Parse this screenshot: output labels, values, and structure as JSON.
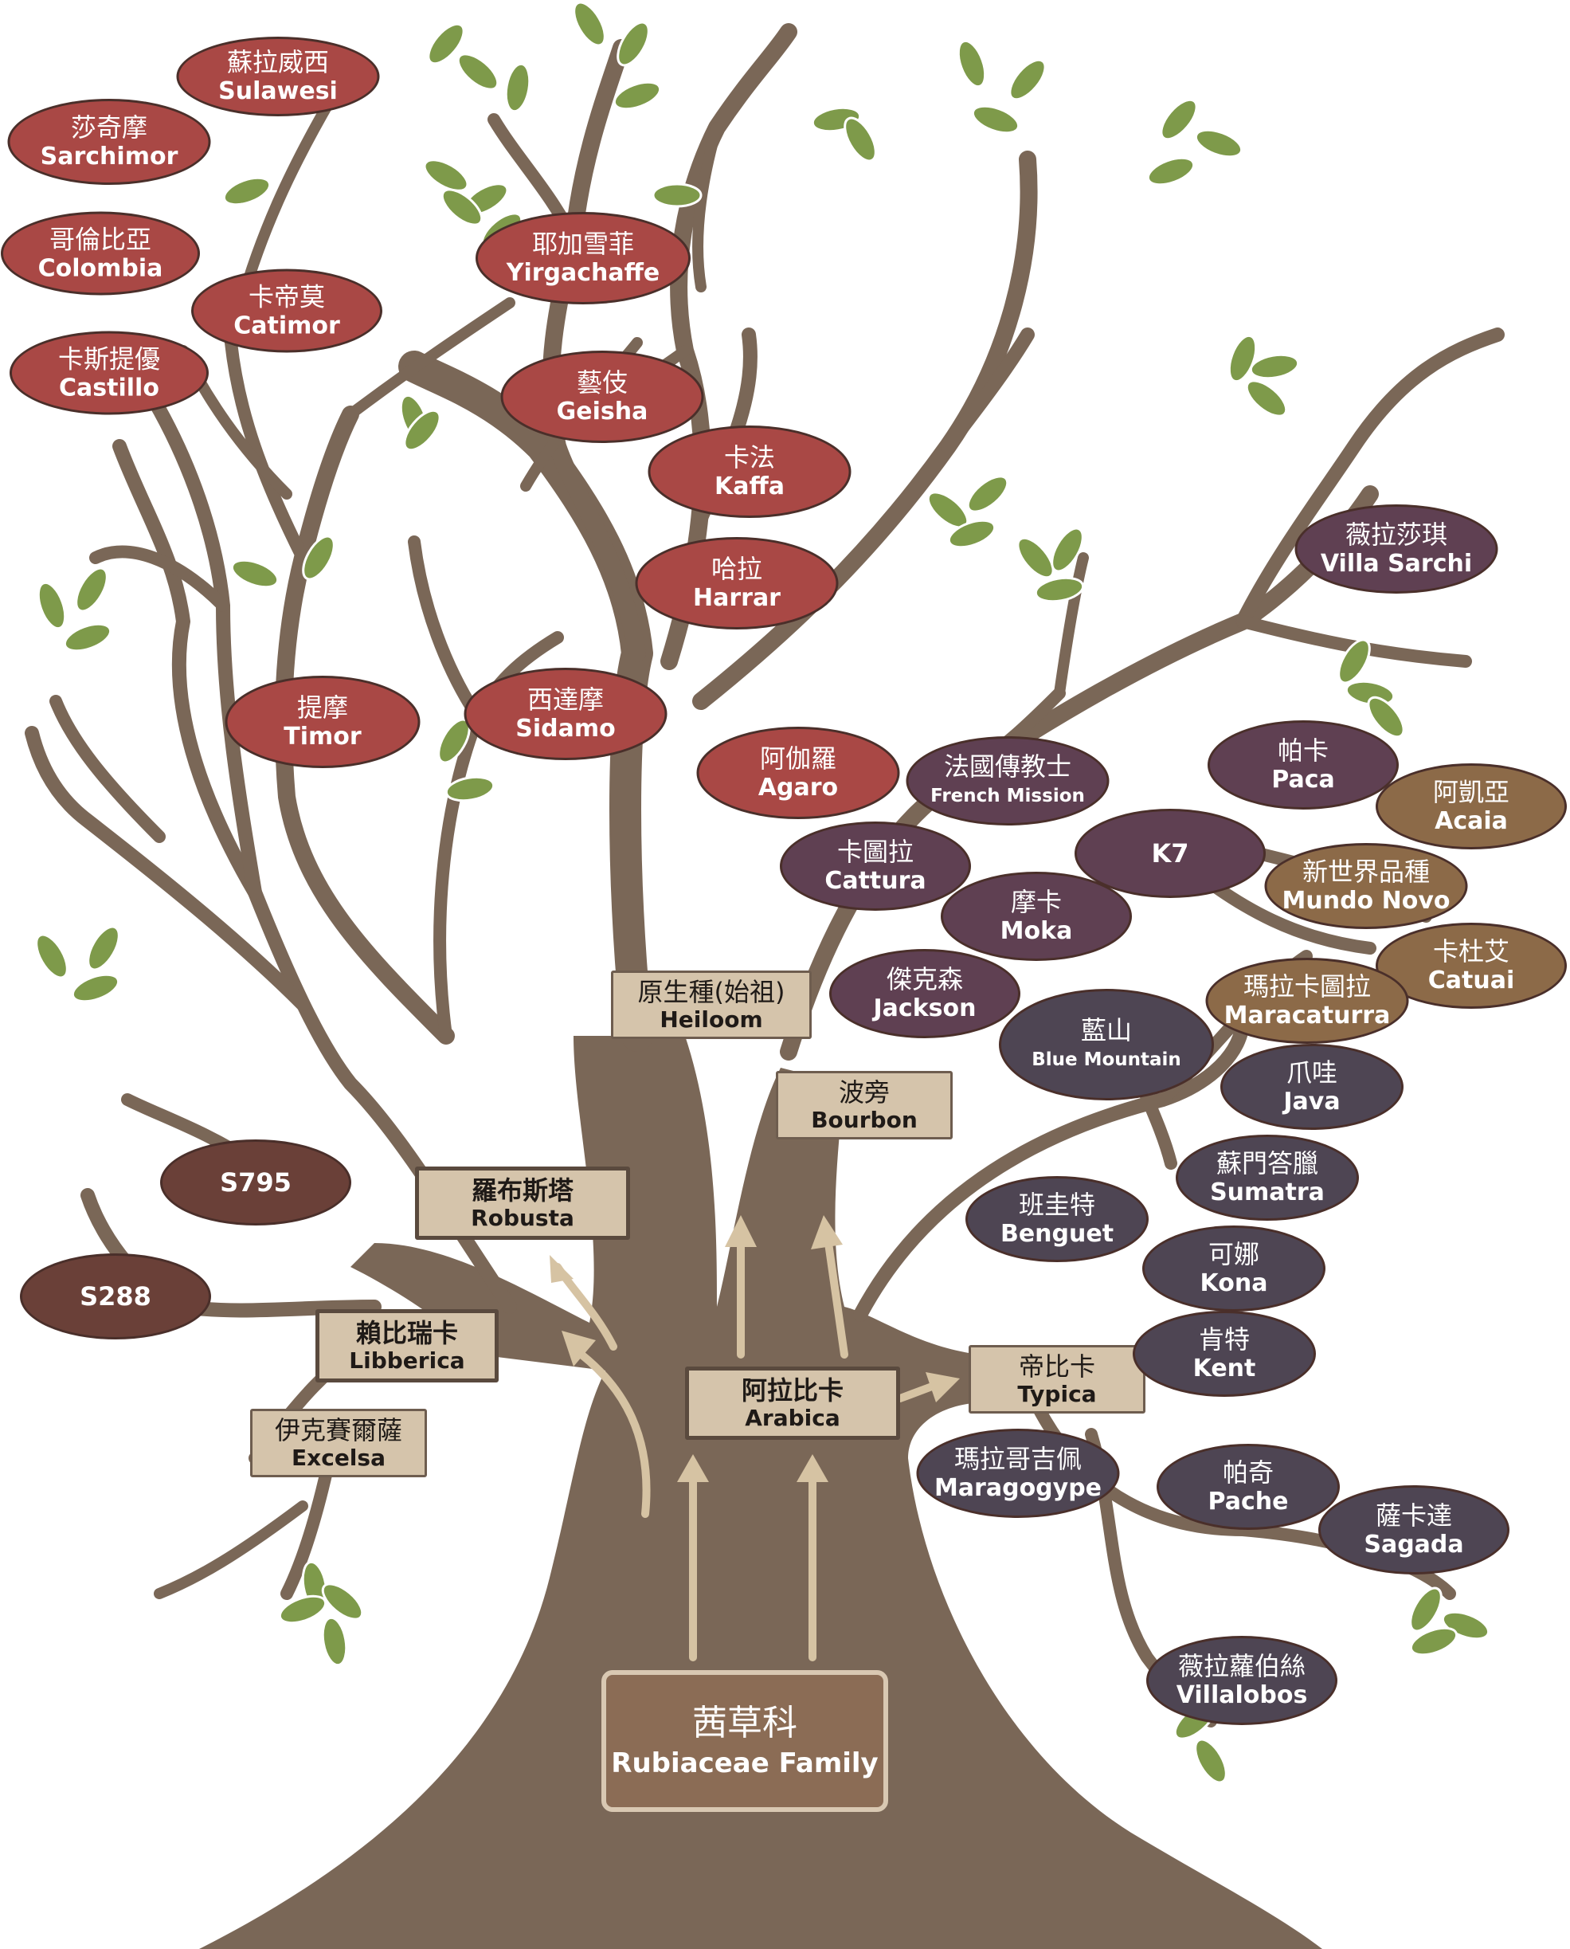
{
  "colors": {
    "branch": "#7a6757",
    "leaf": "#7e9a4a",
    "arrow": "#d6c3a3",
    "red_oval": "#a94845",
    "plum_oval": "#5f4052",
    "slate_oval": "#4e4553",
    "brown_oval": "#8c6a48",
    "dark_brown_oval": "#6a4038",
    "label_box": "#d5c4ab",
    "root_box": "#8b6c55"
  },
  "root": {
    "zh": "茜草科",
    "en": "Rubiaceae Family"
  },
  "species": {
    "arabica": {
      "zh": "阿拉比卡",
      "en": "Arabica"
    },
    "robusta": {
      "zh": "羅布斯塔",
      "en": "Robusta"
    },
    "libberica": {
      "zh": "賴比瑞卡",
      "en": "Libberica"
    },
    "excelsa": {
      "zh": "伊克賽爾薩",
      "en": "Excelsa"
    },
    "heiloom": {
      "zh": "原生種(始祖)",
      "en": "Heiloom"
    },
    "bourbon": {
      "zh": "波旁",
      "en": "Bourbon"
    },
    "typica": {
      "zh": "帝比卡",
      "en": "Typica"
    }
  },
  "varieties": {
    "sulawesi": {
      "zh": "蘇拉威西",
      "en": "Sulawesi"
    },
    "sarchimor": {
      "zh": "莎奇摩",
      "en": "Sarchimor"
    },
    "colombia": {
      "zh": "哥倫比亞",
      "en": "Colombia"
    },
    "catimor": {
      "zh": "卡帝莫",
      "en": "Catimor"
    },
    "castillo": {
      "zh": "卡斯提優",
      "en": "Castillo"
    },
    "yirgachaffe": {
      "zh": "耶加雪菲",
      "en": "Yirgachaffe"
    },
    "geisha": {
      "zh": "藝伎",
      "en": "Geisha"
    },
    "kaffa": {
      "zh": "卡法",
      "en": "Kaffa"
    },
    "harrar": {
      "zh": "哈拉",
      "en": "Harrar"
    },
    "timor": {
      "zh": "提摩",
      "en": "Timor"
    },
    "sidamo": {
      "zh": "西達摩",
      "en": "Sidamo"
    },
    "agaro": {
      "zh": "阿伽羅",
      "en": "Agaro"
    },
    "french_mission": {
      "zh": "法國傳教士",
      "en": "French Mission"
    },
    "villa_sarchi": {
      "zh": "薇拉莎琪",
      "en": "Villa Sarchi"
    },
    "paca": {
      "zh": "帕卡",
      "en": "Paca"
    },
    "acaia": {
      "zh": "阿凱亞",
      "en": "Acaia"
    },
    "k7": {
      "label": "K7"
    },
    "cattura": {
      "zh": "卡圖拉",
      "en": "Cattura"
    },
    "mundo_novo": {
      "zh": "新世界品種",
      "en": "Mundo Novo"
    },
    "moka": {
      "zh": "摩卡",
      "en": "Moka"
    },
    "catuai": {
      "zh": "卡杜艾",
      "en": "Catuai"
    },
    "jackson": {
      "zh": "傑克森",
      "en": "Jackson"
    },
    "maracaturra": {
      "zh": "瑪拉卡圖拉",
      "en": "Maracaturra"
    },
    "blue_mountain": {
      "zh": "藍山",
      "en": "Blue Mountain"
    },
    "java": {
      "zh": "爪哇",
      "en": "Java"
    },
    "sumatra": {
      "zh": "蘇門答臘",
      "en": "Sumatra"
    },
    "benguet": {
      "zh": "班圭特",
      "en": "Benguet"
    },
    "kona": {
      "zh": "可娜",
      "en": "Kona"
    },
    "kent": {
      "zh": "肯特",
      "en": "Kent"
    },
    "maragogype": {
      "zh": "瑪拉哥吉佩",
      "en": "Maragogype"
    },
    "pache": {
      "zh": "帕奇",
      "en": "Pache"
    },
    "sagada": {
      "zh": "薩卡達",
      "en": "Sagada"
    },
    "villalobos": {
      "zh": "薇拉蘿伯絲",
      "en": "Villalobos"
    },
    "s795": {
      "label": "S795"
    },
    "s288": {
      "label": "S288"
    }
  }
}
